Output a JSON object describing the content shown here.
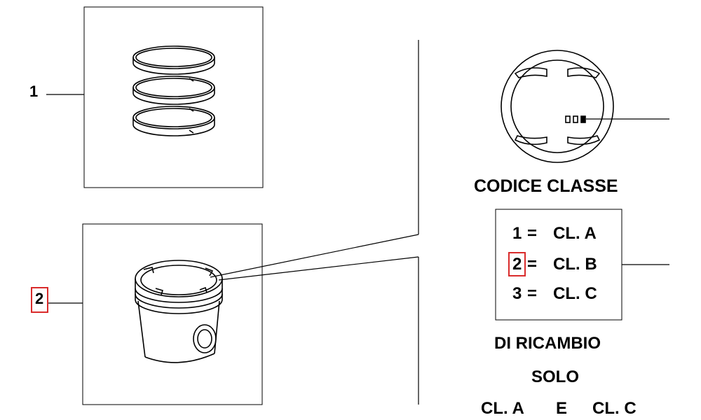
{
  "callouts": {
    "one": "1",
    "two": "2"
  },
  "heading": "CODICE  CLASSE",
  "class_rows": [
    {
      "num": "1",
      "eq": "=",
      "cls": "CL. A"
    },
    {
      "num": "2",
      "eq": "=",
      "cls": "CL. B"
    },
    {
      "num": "3",
      "eq": "=",
      "cls": "CL. C"
    }
  ],
  "note": {
    "line1": "DI  RICAMBIO",
    "line2": "SOLO",
    "line3a": "CL. A",
    "line3b": "E",
    "line3c": "CL. C"
  },
  "colors": {
    "highlight": "#d92b2b",
    "ink": "#000000"
  },
  "icons": [
    "piston-ring-set-icon",
    "piston-icon",
    "piston-crown-marking-icon"
  ]
}
